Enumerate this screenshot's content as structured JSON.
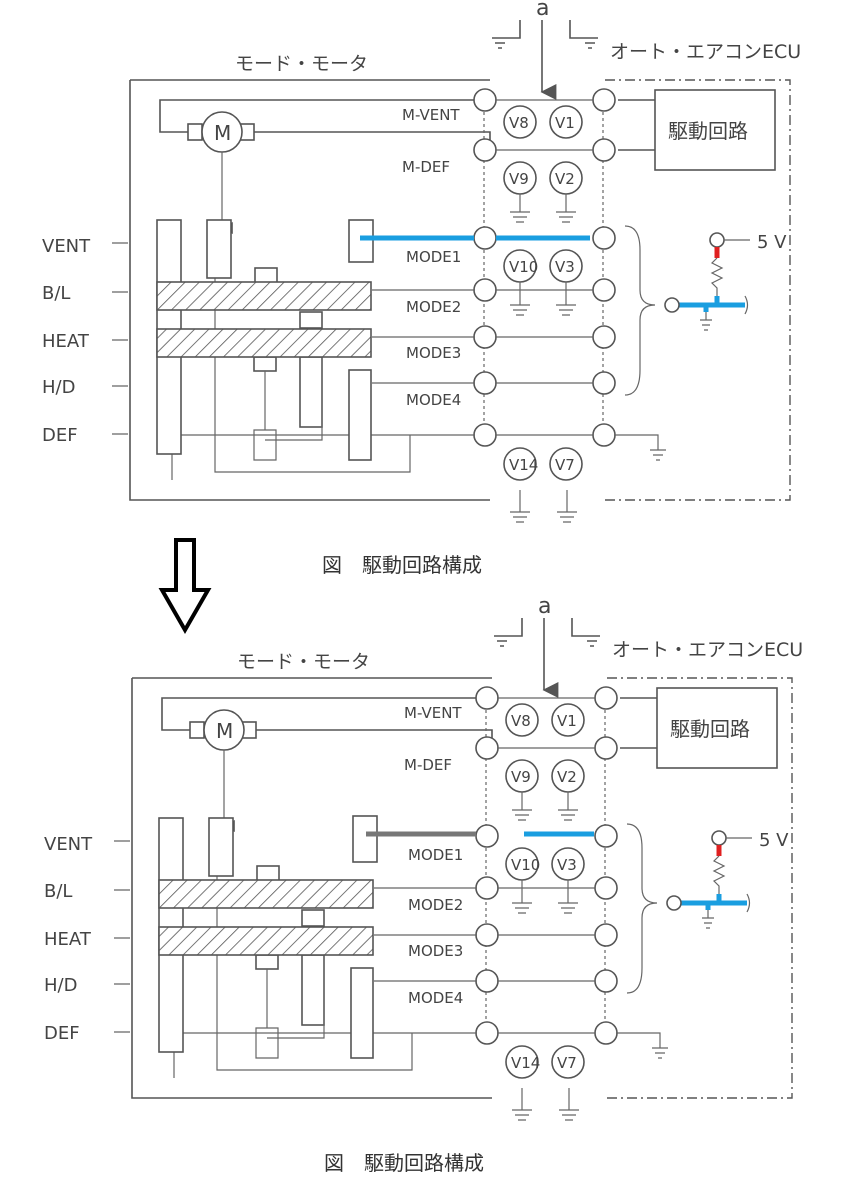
{
  "colors": {
    "line": "#555555",
    "blue": "#1a9ee0",
    "red": "#e02020",
    "gray_wire": "#777777"
  },
  "diagram": {
    "labels": {
      "a": "a",
      "motor_title": "モード・モータ",
      "ecu_title": "オート・エアコンECU",
      "drive_circuit": "駆動回路",
      "motor": "M",
      "five_v": "5 V"
    },
    "positions": [
      "VENT",
      "B/L",
      "HEAT",
      "H/D",
      "DEF"
    ],
    "terminals": [
      "M-VENT",
      "M-DEF",
      "MODE1",
      "MODE2",
      "MODE3",
      "MODE4"
    ],
    "meters": {
      "v8": "V8",
      "v1": "V1",
      "v9": "V9",
      "v2": "V2",
      "v10": "V10",
      "v3": "V3",
      "v14": "V14",
      "v7": "V7"
    },
    "caption": "図　駆動回路構成"
  },
  "transition_arrow": "down-arrow-icon"
}
